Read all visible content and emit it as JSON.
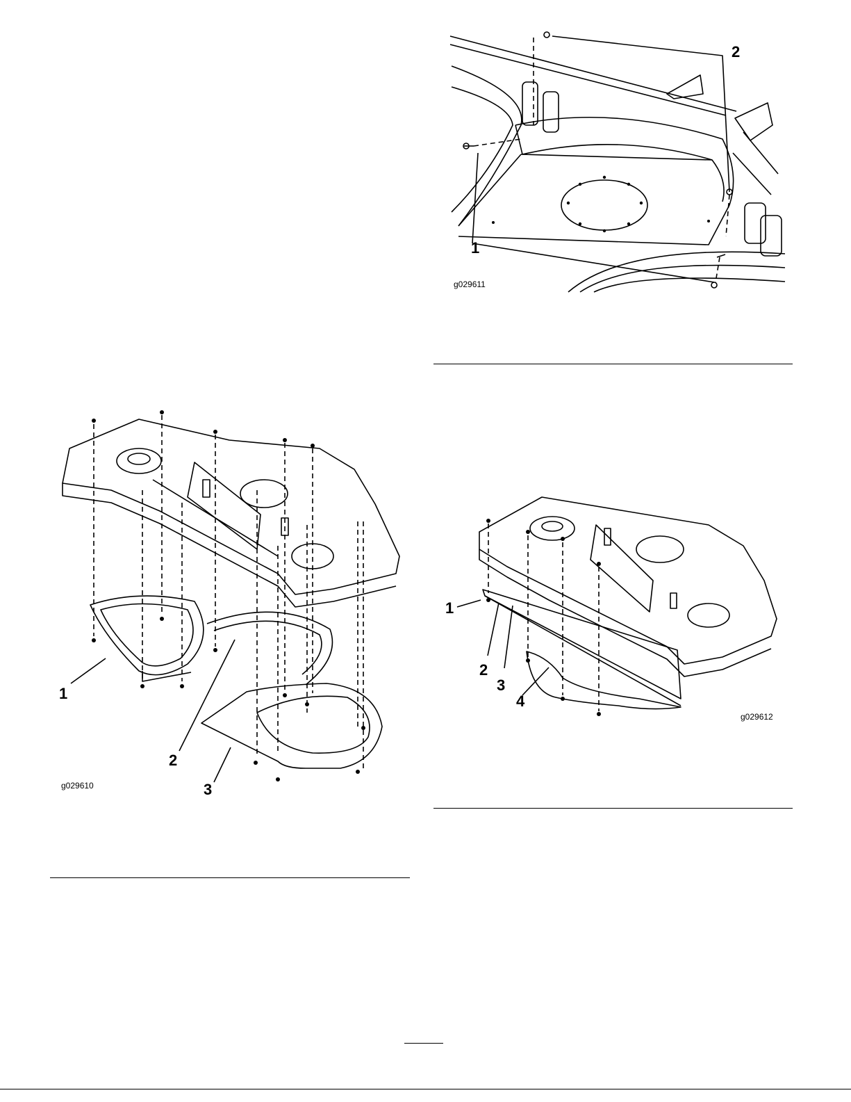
{
  "figures": [
    {
      "id": "g029611",
      "callouts": [
        "1",
        "2"
      ]
    },
    {
      "id": "g029610",
      "callouts": [
        "1",
        "2",
        "3"
      ]
    },
    {
      "id": "g029612",
      "callouts": [
        "1",
        "2",
        "3",
        "4"
      ]
    }
  ]
}
